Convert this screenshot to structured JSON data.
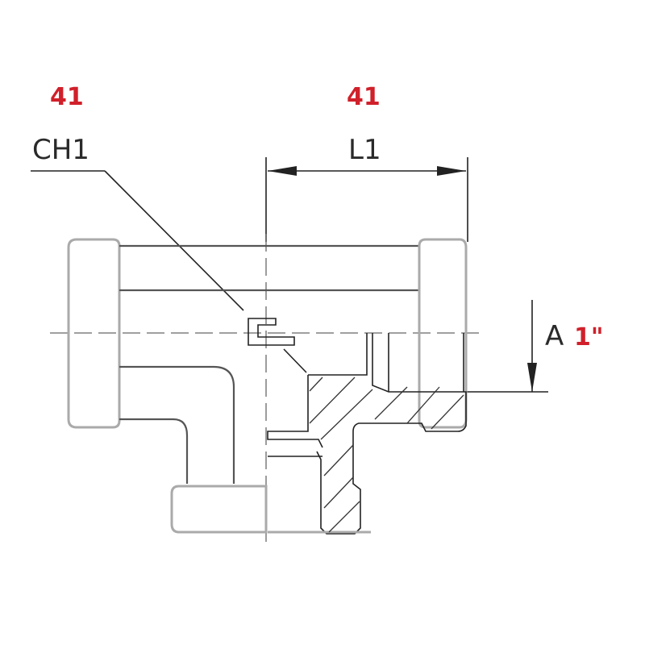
{
  "drawing": {
    "ch1_value": "41",
    "ch1_label": "CH1",
    "l1_value": "41",
    "l1_label": "L1",
    "a_label": "A",
    "a_value": "1\""
  },
  "colors": {
    "value_text": "#d0202a",
    "line": "#222222"
  }
}
